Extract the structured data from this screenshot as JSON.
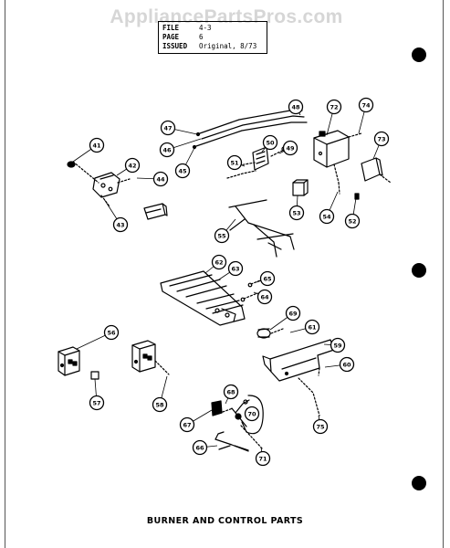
{
  "watermark": "AppliancePartsPros.com",
  "info_box": {
    "file_label": "FILE",
    "file_value": "4-3",
    "page_label": "PAGE",
    "page_value": "6",
    "issued_label": "ISSUED",
    "issued_value": "Original, 8/73"
  },
  "caption": "BURNER AND CONTROL PARTS",
  "callouts": [
    "41",
    "42",
    "43",
    "44",
    "45",
    "46",
    "47",
    "48",
    "49",
    "50",
    "51",
    "52",
    "53",
    "54",
    "55",
    "56",
    "57",
    "58",
    "59",
    "60",
    "61",
    "62",
    "63",
    "64",
    "65",
    "66",
    "67",
    "68",
    "69",
    "70",
    "71",
    "72",
    "73",
    "74",
    "75"
  ]
}
